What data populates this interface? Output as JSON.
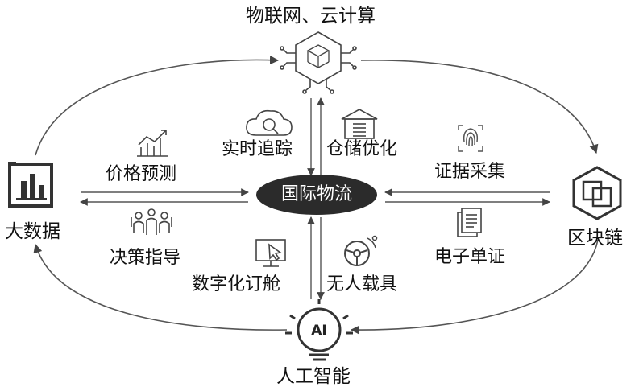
{
  "nodes": {
    "iot_cloud": "物联网、云计算",
    "big_data": "大数据",
    "blockchain": "区块链",
    "ai": "人工智能",
    "hub": "国际物流"
  },
  "ai_icon_text": "AI",
  "features": {
    "price_forecast": "价格预测",
    "decision_guide": "决策指导",
    "realtime_tracking": "实时追踪",
    "warehouse_optimization": "仓储优化",
    "evidence_collection": "证据采集",
    "electronic_document": "电子单证",
    "digital_booking": "数字化订舱",
    "unmanned_vehicle": "无人载具"
  },
  "icons": [
    "chip-cube-icon",
    "bar-chart-icon",
    "blockchain-icon",
    "ai-bulb-icon",
    "trend-chart-icon",
    "team-icon",
    "cloud-search-icon",
    "warehouse-icon",
    "fingerprint-icon",
    "document-icon",
    "monitor-cursor-icon",
    "steering-wheel-icon"
  ],
  "colors": {
    "stroke": "#444444",
    "hub_fill": "#2b2b2b",
    "text": "#111111"
  }
}
